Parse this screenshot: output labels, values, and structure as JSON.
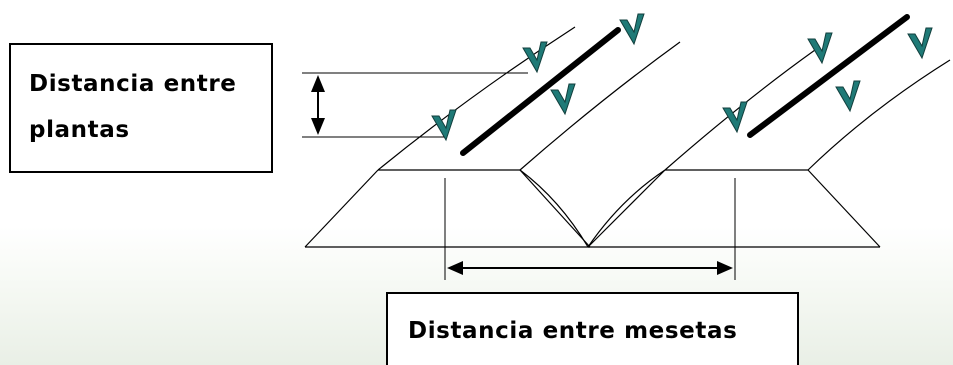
{
  "labels": {
    "plant_spacing_line1": "Distancia entre",
    "plant_spacing_line2": "plantas",
    "bed_spacing": "Distancia entre mesetas"
  },
  "colors": {
    "plant": "#1f7a77",
    "line": "#000000",
    "background_fade": "#e9efe6"
  }
}
